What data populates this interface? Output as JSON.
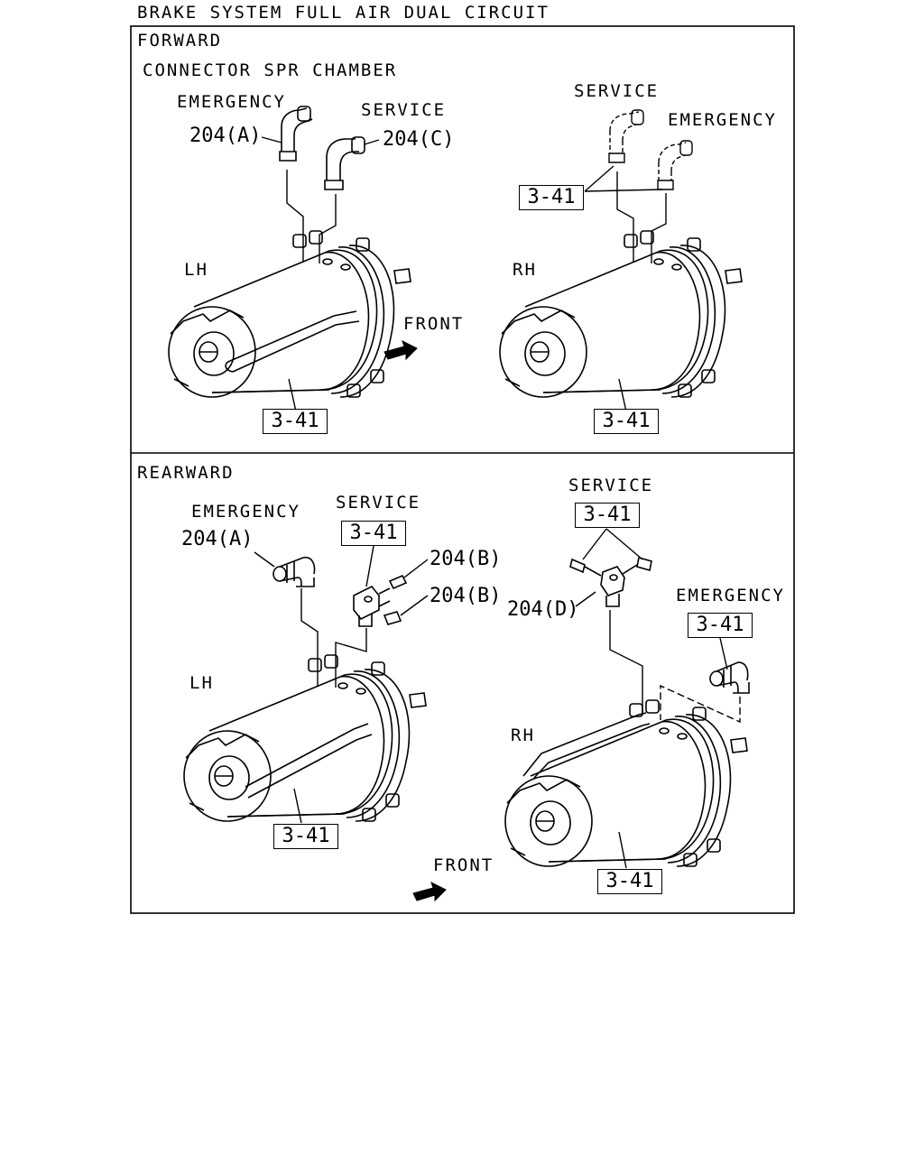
{
  "title": "BRAKE SYSTEM FULL AIR DUAL CIRCUIT",
  "forward": {
    "heading": "FORWARD",
    "subheading": "CONNECTOR SPR CHAMBER",
    "lh": {
      "side": "LH",
      "emergency": "EMERGENCY",
      "emergency_ref": "204(A)",
      "service": "SERVICE",
      "service_ref": "204(C)",
      "chamber_ref": "3-41"
    },
    "rh": {
      "side": "RH",
      "service": "SERVICE",
      "emergency": "EMERGENCY",
      "connector_ref": "3-41",
      "chamber_ref": "3-41"
    },
    "front": "FRONT"
  },
  "rearward": {
    "heading": "REARWARD",
    "lh": {
      "side": "LH",
      "emergency": "EMERGENCY",
      "emergency_ref": "204(A)",
      "service": "SERVICE",
      "service_ref": "3-41",
      "fitting_ref_1": "204(B)",
      "fitting_ref_2": "204(B)",
      "chamber_ref": "3-41"
    },
    "rh": {
      "side": "RH",
      "service": "SERVICE",
      "service_ref": "3-41",
      "tee_ref": "204(D)",
      "emergency": "EMERGENCY",
      "emergency_ref": "3-41",
      "chamber_ref": "3-41"
    },
    "front": "FRONT"
  }
}
